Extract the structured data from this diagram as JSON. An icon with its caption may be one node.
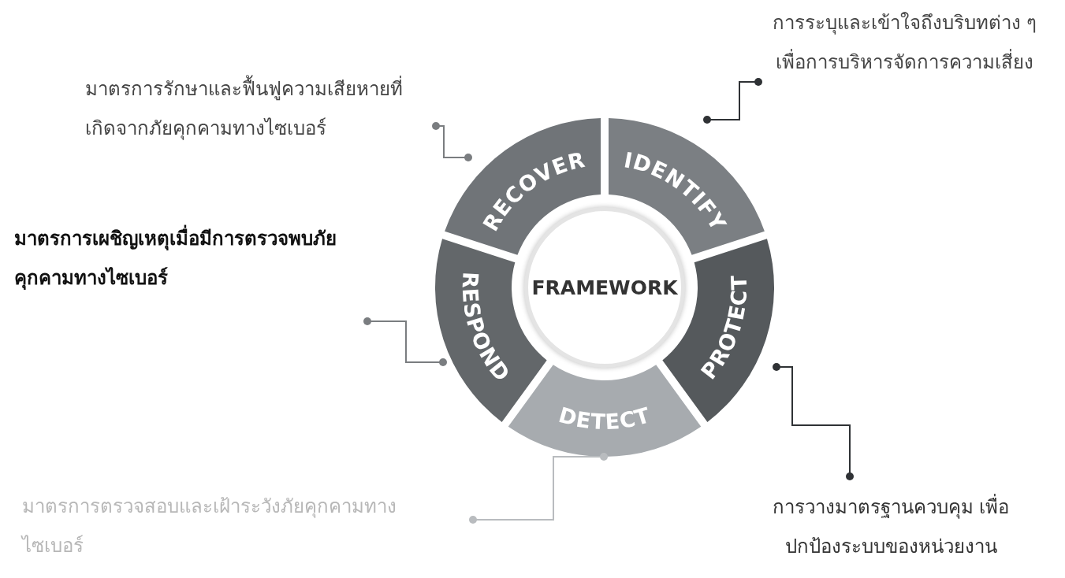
{
  "diagram": {
    "nodes": [
      {
        "text": [
          "FRAMEWORK"
        ]
      },
      {
        "text": [
          "IDENTIFY"
        ]
      },
      {
        "text": [
          "PROTECT"
        ]
      },
      {
        "text": [
          "DETECT"
        ]
      },
      {
        "text": [
          "RESPOND"
        ]
      },
      {
        "text": [
          "RECOVER"
        ]
      },
      {
        "text": [
          "การระบุและเข้าใจถึงบริบทต่าง ๆ เพื่อการบริหารจัดการความเสี่ยง"
        ]
      },
      {
        "text": [
          "มาตรการรักษาและฟื้นฟูความเสียหายที่เกิดจากภัยคุกคามทางไซเบอร์"
        ]
      },
      {
        "text": [
          "มาตรการเผชิญเหตุเมื่อมีการตรวจพบภัยคุกคามทางไซเบอร์"
        ]
      },
      {
        "text": [
          "การวางมาตรฐานควบคุม เพื่อปกป้องระบบของหน่วยงาน"
        ]
      },
      {
        "text": [
          "มาตรการตรวจสอบและเฝ้าระวังภัยคุกคามทางไซเบอร์"
        ]
      }
    ],
    "edges": [
      {
        "from": 6,
        "to": 1,
        "arrow": "other",
        "color": "#2f3235"
      },
      {
        "from": 7,
        "to": 5,
        "arrow": "other"
      },
      {
        "from": 8,
        "to": 4,
        "arrow": "other"
      },
      {
        "from": 9,
        "to": 2,
        "arrow": "other",
        "color": "#2f3235"
      },
      {
        "from": 10,
        "to": 3,
        "arrow": "other",
        "color": "#b9bcbf"
      }
    ]
  }
}
